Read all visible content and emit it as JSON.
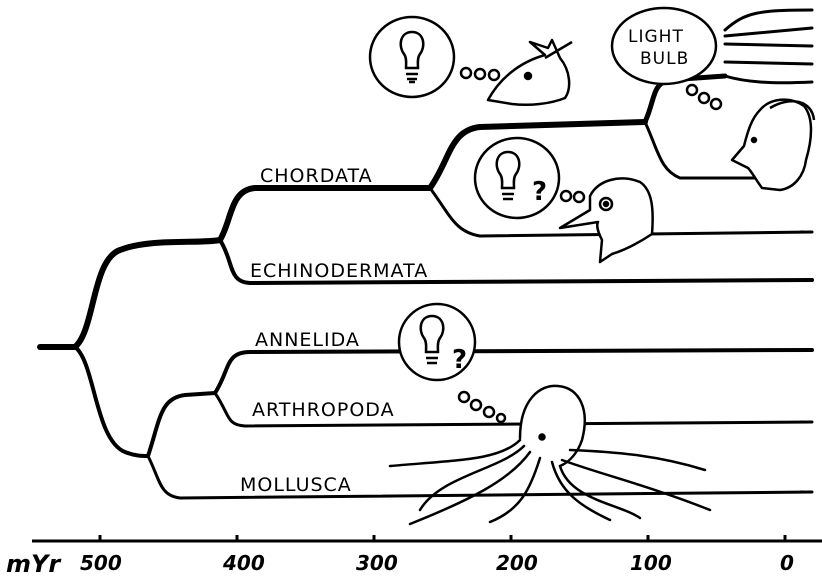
{
  "diagram": {
    "clades": [
      {
        "id": "chordata",
        "label": "CHORDATA"
      },
      {
        "id": "echinodermata",
        "label": "ECHINODERMATA"
      },
      {
        "id": "annelida",
        "label": "ANNELIDA"
      },
      {
        "id": "arthropoda",
        "label": "ARTHROPODA"
      },
      {
        "id": "mollusca",
        "label": "MOLLUSCA"
      }
    ],
    "thought_bubble_text": [
      "LIGHT",
      "BULB"
    ],
    "question_mark": "?"
  },
  "axis": {
    "unit": "mYr",
    "ticks": [
      "500",
      "400",
      "300",
      "200",
      "100",
      "0"
    ]
  }
}
